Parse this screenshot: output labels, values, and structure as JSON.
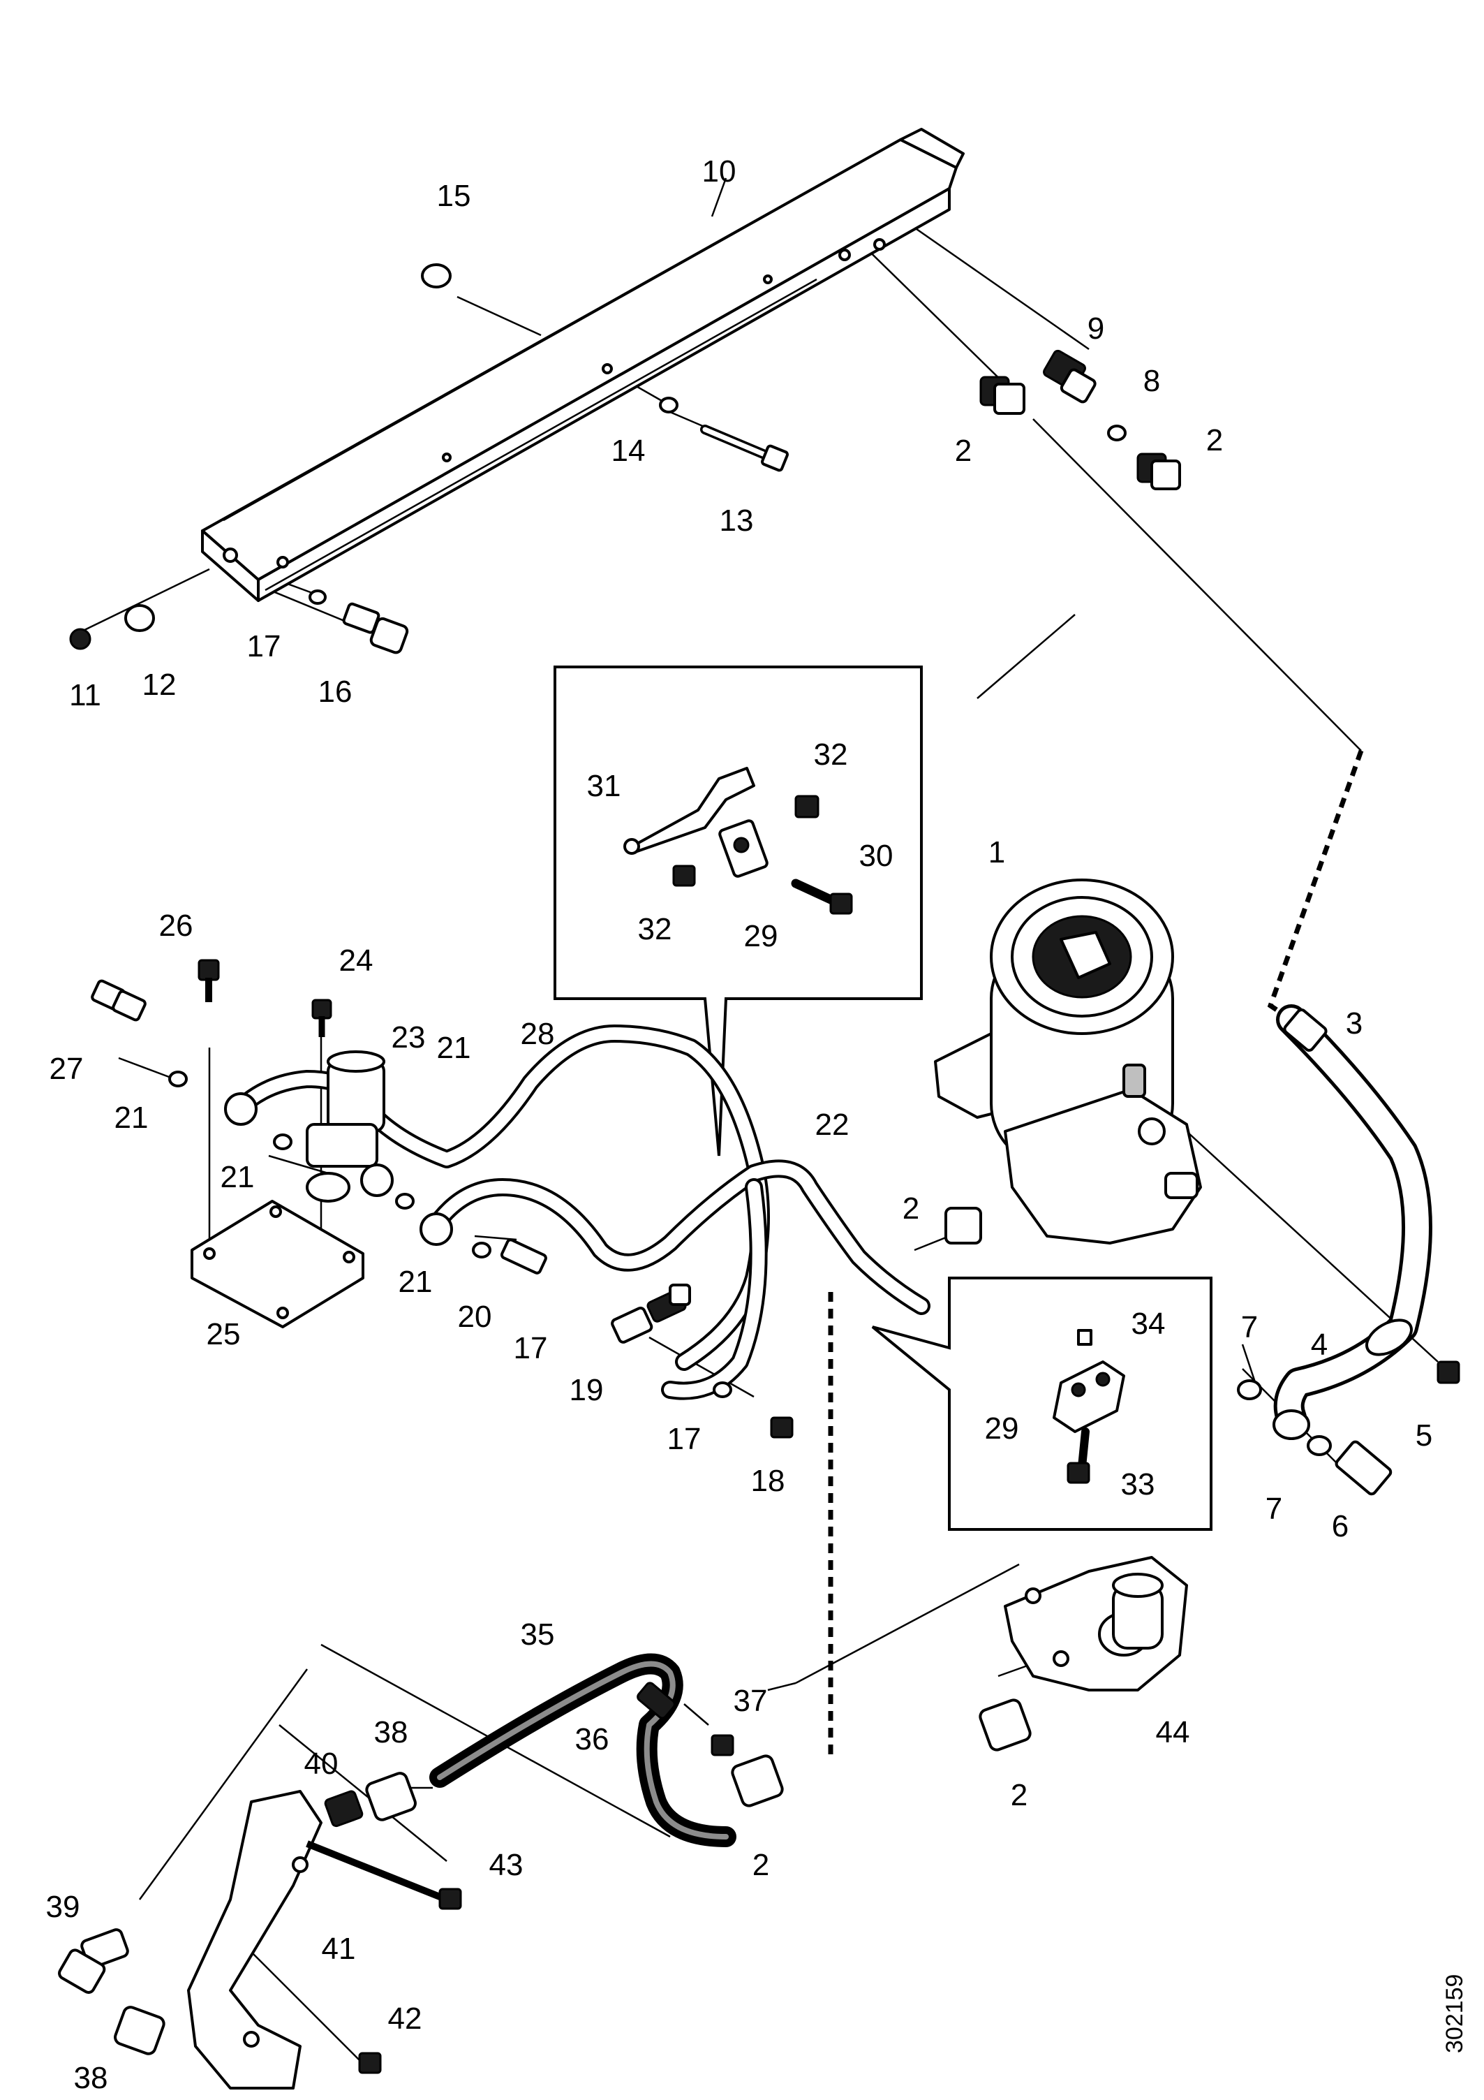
{
  "diagram": {
    "document_id": "302159",
    "callouts": {
      "c1": "1",
      "c2a": "2",
      "c2b": "2",
      "c2c": "2",
      "c2d": "2",
      "c2e": "2",
      "c3": "3",
      "c4": "4",
      "c5": "5",
      "c6": "6",
      "c7a": "7",
      "c7b": "7",
      "c8": "8",
      "c9": "9",
      "c10": "10",
      "c11": "11",
      "c12": "12",
      "c13": "13",
      "c14": "14",
      "c15": "15",
      "c16": "16",
      "c17a": "17",
      "c17b": "17",
      "c17c": "17",
      "c18": "18",
      "c19": "19",
      "c20": "20",
      "c21a": "21",
      "c21b": "21",
      "c21c": "21",
      "c21d": "21",
      "c22": "22",
      "c23": "23",
      "c24": "24",
      "c25": "25",
      "c26": "26",
      "c27": "27",
      "c28": "28",
      "c29a": "29",
      "c29b": "29",
      "c30": "30",
      "c31": "31",
      "c32a": "32",
      "c32b": "32",
      "c33": "33",
      "c34": "34",
      "c35": "35",
      "c36": "36",
      "c37": "37",
      "c38a": "38",
      "c38b": "38",
      "c39": "39",
      "c40": "40",
      "c41": "41",
      "c42": "42",
      "c43": "43",
      "c44": "44"
    }
  }
}
